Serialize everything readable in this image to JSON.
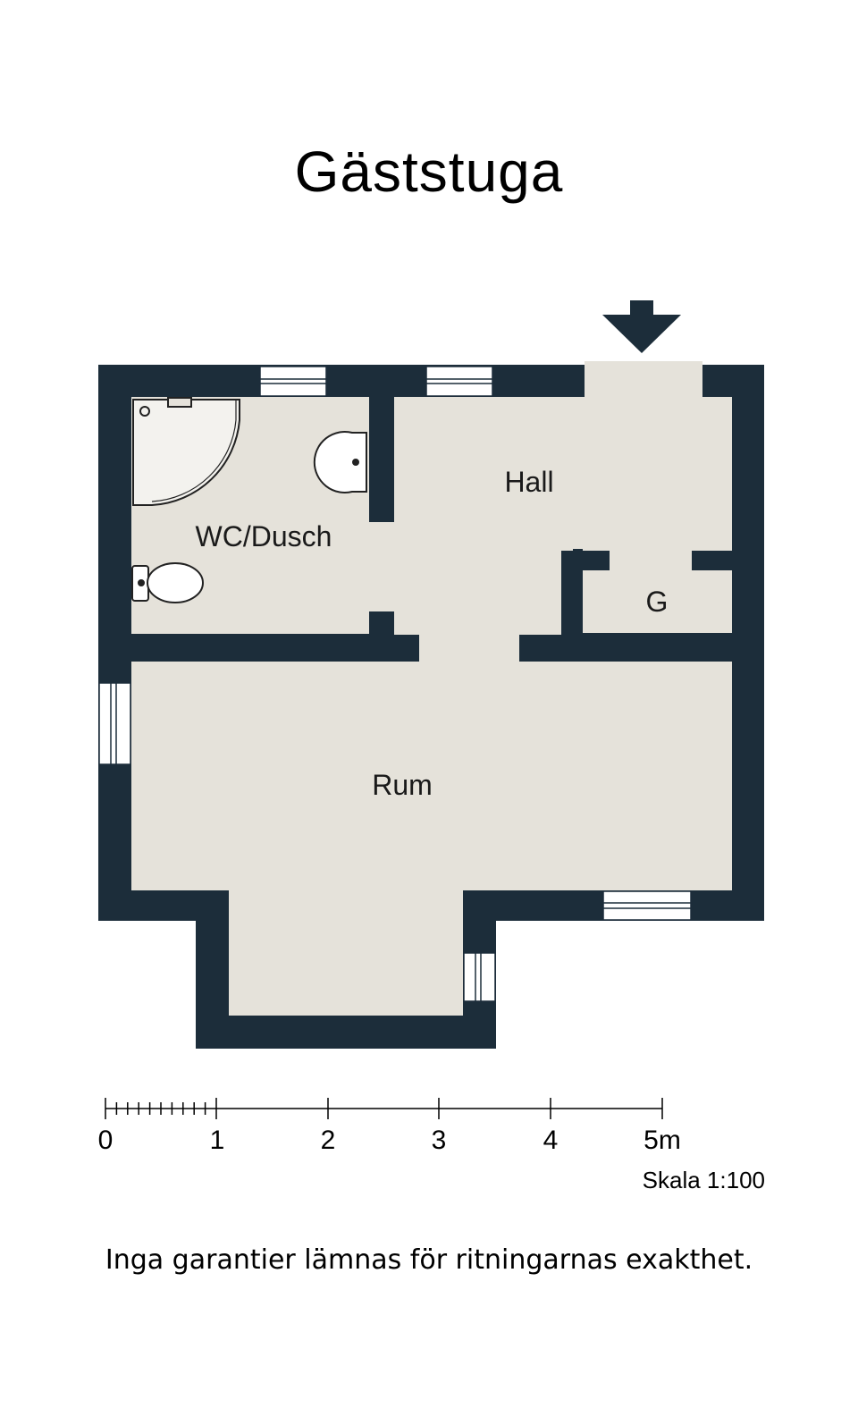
{
  "title": "Gäststuga",
  "rooms": {
    "wc": "WC/Dusch",
    "hall": "Hall",
    "garderob": "G",
    "rum": "Rum"
  },
  "scale_bar": {
    "ticks": [
      "0",
      "1",
      "2",
      "3",
      "4",
      "5m"
    ],
    "scale_label": "Skala 1:100"
  },
  "disclaimer": "Inga garantier lämnas för ritningarnas exakthet.",
  "colors": {
    "wall": "#1c2d3a",
    "floor": "#e5e2da",
    "window": "#ffffff"
  },
  "icons": [
    "entrance-arrow-icon",
    "shower-icon",
    "sink-icon",
    "toilet-icon"
  ]
}
